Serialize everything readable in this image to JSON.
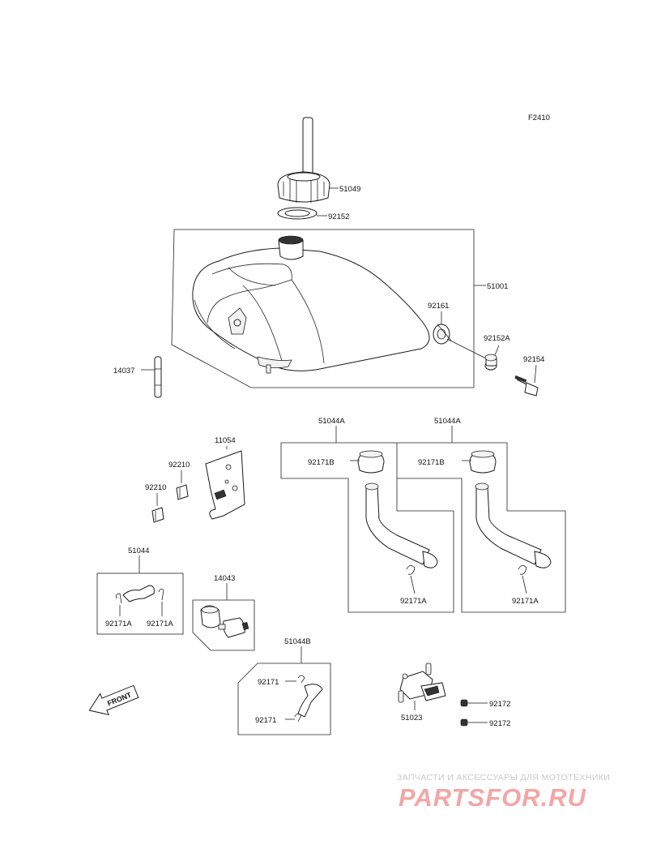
{
  "figure_code": "F2410",
  "callouts": {
    "c51049": "51049",
    "c92152": "92152",
    "c51001": "51001",
    "c92161": "92161",
    "c92152A": "92152A",
    "c92154": "92154",
    "c14037": "14037",
    "c51044A_1": "51044A",
    "c51044A_2": "51044A",
    "c92171B_1": "92171B",
    "c92171B_2": "92171B",
    "c92171A_1": "92171A",
    "c92171A_2": "92171A",
    "c11054": "11054",
    "c92210_1": "92210",
    "c92210_2": "92210",
    "c51044": "51044",
    "c92171A_3": "92171A",
    "c92171A_4": "92171A",
    "c14043": "14043",
    "c51044B": "51044B",
    "c92171_1": "92171",
    "c92171_2": "92171",
    "c51023": "51023",
    "c92172_1": "92172",
    "c92172_2": "92172"
  },
  "front_arrow_label": "FRONT",
  "watermark": {
    "tagline": "ЗАПЧАСТИ И АКСЕССУАРЫ ДЛЯ МОТОТЕХНИКИ",
    "logo": "PARTSFOR.RU"
  }
}
